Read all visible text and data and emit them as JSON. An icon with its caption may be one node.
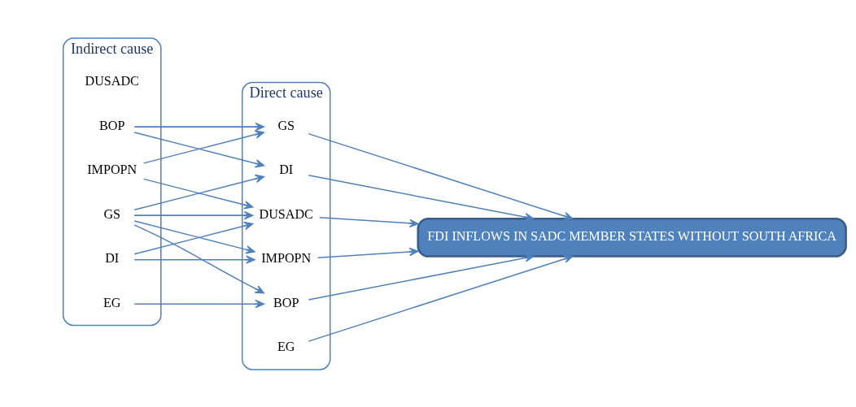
{
  "diagram": {
    "nodes": [
      {
        "text": [
          "Indirect cause"
        ]
      },
      {
        "text": [
          "EG"
        ],
        "in": 0
      },
      {
        "text": [
          "DI"
        ],
        "in": 0
      },
      {
        "text": [
          "GS"
        ],
        "in": 0
      },
      {
        "text": [
          "BOP"
        ],
        "in": 0
      },
      {
        "text": [
          "DUSADC"
        ],
        "in": 0
      },
      {
        "text": [
          "IMPOPN"
        ],
        "in": 0
      },
      {
        "text": [
          "Direct cause"
        ]
      },
      {
        "text": [
          "EG"
        ],
        "in": 7
      },
      {
        "text": [
          "DI"
        ],
        "in": 7
      },
      {
        "text": [
          "GS"
        ],
        "in": 7
      },
      {
        "text": [
          "BOP"
        ],
        "in": 7
      },
      {
        "text": [
          "DUSADC"
        ],
        "in": 7
      },
      {
        "text": [
          "IMPOPN"
        ],
        "in": 7
      },
      {
        "text": [
          "FDI INFLOWS IN SADC MEMBER STATES WITHOUT SOUTH AFRICA"
        ]
      }
    ],
    "edges": [
      {
        "from": 1,
        "to": 11,
        "arrow": "to"
      },
      {
        "from": 2,
        "to": 12,
        "arrow": "to"
      },
      {
        "from": 2,
        "to": 13,
        "arrow": "to"
      },
      {
        "from": 3,
        "to": 9,
        "arrow": "to"
      },
      {
        "from": 3,
        "to": 11,
        "arrow": "to"
      },
      {
        "from": 3,
        "to": 12,
        "arrow": "to"
      },
      {
        "from": 3,
        "to": 13,
        "arrow": "to"
      },
      {
        "from": 4,
        "to": 9,
        "arrow": "to"
      },
      {
        "from": 4,
        "to": 10,
        "arrow": "to"
      },
      {
        "from": 6,
        "to": 10,
        "arrow": "to"
      },
      {
        "from": 6,
        "to": 12,
        "arrow": "to"
      },
      {
        "from": 8,
        "to": 14,
        "arrow": "to"
      },
      {
        "from": 9,
        "to": 14,
        "arrow": "to"
      },
      {
        "from": 10,
        "to": 14,
        "arrow": "to"
      },
      {
        "from": 11,
        "to": 14,
        "arrow": "to"
      },
      {
        "from": 12,
        "to": 14,
        "arrow": "to"
      },
      {
        "from": 13,
        "to": 14,
        "arrow": "to"
      }
    ]
  }
}
